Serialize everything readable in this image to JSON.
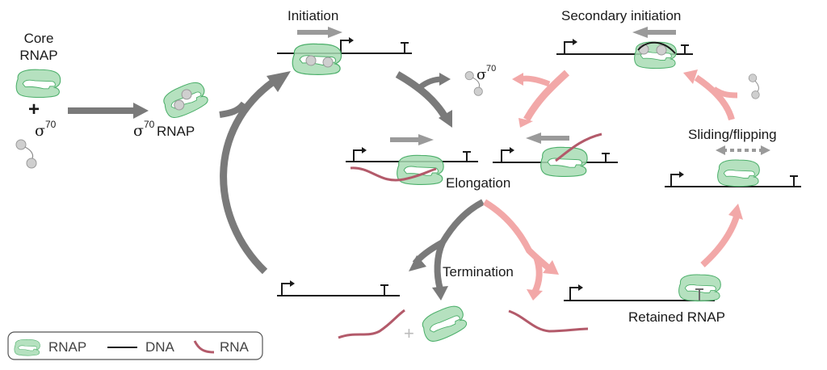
{
  "colors": {
    "rnap_fill": "#a8dcb4",
    "rnap_stroke": "#4caf6a",
    "sigma_fill": "#cfcfcf",
    "sigma_stroke": "#9a9a9a",
    "dna": "#1a1a1a",
    "rna": "#b35a6a",
    "primary_arrow": "#7a7a7a",
    "secondary_arrow": "#f2a8a8",
    "direction_arrow": "#9a9a9a"
  },
  "labels": {
    "core_rnap_line1": "Core",
    "core_rnap_line2": "RNAP",
    "plus": "+",
    "sigma_symbol": "σ",
    "sigma_sup": "70",
    "holo_rnap": "RNAP",
    "initiation": "Initiation",
    "secondary_initiation": "Secondary initiation",
    "elongation": "Elongation",
    "termination": "Termination",
    "sliding_flipping": "Sliding/flipping",
    "retained_rnap": "Retained RNAP"
  },
  "legend": {
    "items": [
      {
        "icon": "rnap-icon",
        "label": "RNAP"
      },
      {
        "icon": "dna-line-icon",
        "label": "DNA"
      },
      {
        "icon": "rna-line-icon",
        "label": "RNA"
      }
    ]
  }
}
